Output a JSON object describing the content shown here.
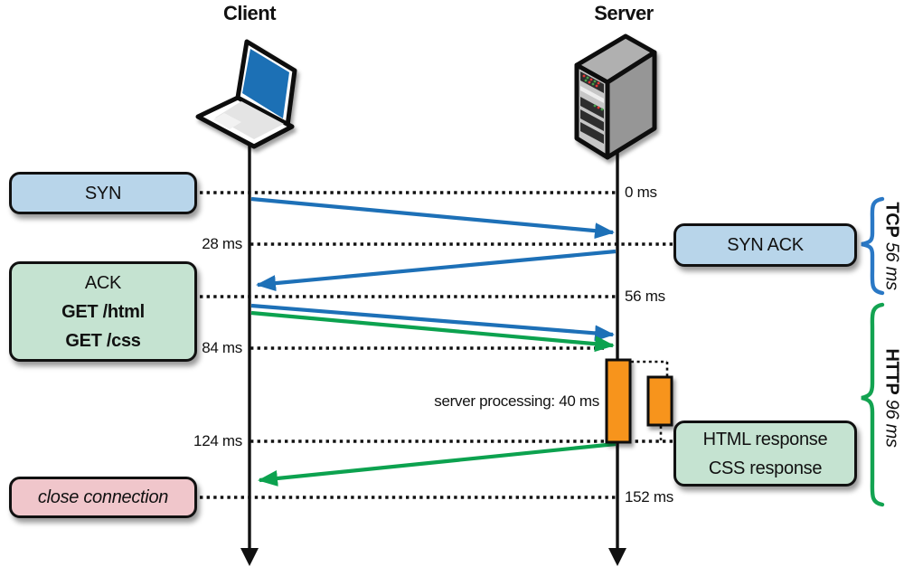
{
  "actors": {
    "client": "Client",
    "server": "Server"
  },
  "timeline_labels": {
    "t0": "0 ms",
    "t28": "28 ms",
    "t56": "56 ms",
    "t84": "84 ms",
    "t124": "124 ms",
    "t152": "152 ms"
  },
  "client_events": {
    "syn": "SYN",
    "ack": "ACK",
    "get_html": "GET /html",
    "get_css": "GET /css",
    "close": "close connection"
  },
  "server_events": {
    "syn_ack": "SYN ACK",
    "html_response": "HTML response",
    "css_response": "CSS response"
  },
  "annotations": {
    "server_processing": "server processing: 40 ms",
    "tcp": {
      "name": "TCP",
      "duration": "56 ms"
    },
    "http": {
      "name": "HTTP",
      "duration": "96 ms"
    }
  },
  "colors": {
    "arrow_blue": "#1d70b7",
    "arrow_green": "#0ca24f",
    "box_blue": "#b8d5ea",
    "box_green": "#c5e3d1",
    "box_pink": "#f0c6cb",
    "bar_orange": "#f7941e",
    "brace_blue": "#2a78c5",
    "brace_green": "#13a351",
    "laptop_screen_blue": "#1b6fb5",
    "server_gray": "#c6c6c6"
  }
}
